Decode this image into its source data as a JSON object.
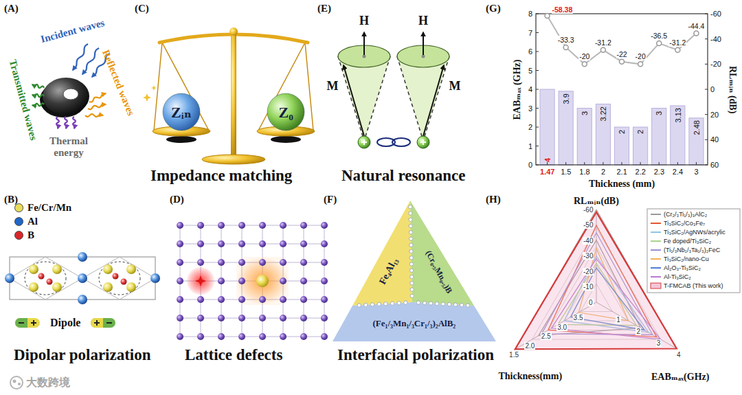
{
  "diagram": {
    "nodes": [
      {
        "text": [
          "Zᵢₙ"
        ]
      },
      {
        "text": [
          "Z₀"
        ]
      },
      {
        "text": [
          "Fe₄Al₁₃"
        ]
      },
      {
        "text": [
          "(Cr₀.₅Mn₀.₅)B"
        ]
      },
      {
        "text": [
          "(Fe₁/₃Mn₁/₃Cr₁/₃)₂AlB₂"
        ]
      }
    ],
    "labels": [
      "(A)",
      "Incident waves",
      "Transmitted waves",
      "Reflected waves",
      "Thermal energy",
      "(B)",
      "Dipole",
      "Dipolar polarization",
      "(C)",
      "Impedance matching",
      "(D)",
      "Lattice defects",
      "(E)",
      "H",
      "H",
      "M",
      "M",
      "Natural resonance",
      "(F)",
      "Interfacial polarization",
      "(G)",
      "EABₘₐₓ (GHz)",
      "RLₘᵢₙ (dB)",
      "Thickness (mm)",
      "0",
      "1",
      "2",
      "3",
      "4",
      "5",
      "6",
      "7",
      "8",
      "-60",
      "-40",
      "-20",
      "0",
      "20",
      "40",
      "60",
      "1.47",
      "1.5",
      "1.8",
      "2",
      "2.1",
      "2.2",
      "2.3",
      "2.4",
      "3",
      "4",
      "3.9",
      "3",
      "3.22",
      "2",
      "2",
      "3",
      "3.13",
      "2.48",
      "-58.38",
      "-33.3",
      "-20",
      "-31.2",
      "-22",
      "-20",
      "-36.5",
      "-31.2",
      "-44.4",
      "(H)",
      "RLₘᵢₙ(dB)",
      "Thickness(mm)",
      "EABₘₐₓ(GHz)",
      "-60",
      "-50",
      "-40",
      "-30",
      "-20",
      "-10",
      "0",
      "1",
      "2",
      "3",
      "4",
      "3.5",
      "3.0",
      "2.5",
      "2.0",
      "1.5",
      "大数跨境"
    ],
    "legend": [
      {
        "text": "Fe/Cr/Mn",
        "color": "#e9dd5a"
      },
      {
        "text": "Al",
        "color": "#1f66c9"
      },
      {
        "text": "B",
        "color": "#d9262b"
      },
      {
        "text": "(Cr₂/₃Ti₁/₃)₃AlC₂"
      },
      {
        "text": "Ti₃SiC₂/Co₃Fe₇"
      },
      {
        "text": "Ti₃SiC₂/AgNWs/acrylic"
      },
      {
        "text": "Fe doped/Ti₃SiC₂"
      },
      {
        "text": "(Ti₁/₃Nb₁/₃Ta₁/₃)₂FeC"
      },
      {
        "text": "Ti₃SiC₂/nano-Cu"
      },
      {
        "text": "Al₂O₃-Ti₃SiC₂"
      },
      {
        "text": "Al-Ti₃SiC₂"
      },
      {
        "text": "T-FMCAB (This work)"
      }
    ]
  }
}
